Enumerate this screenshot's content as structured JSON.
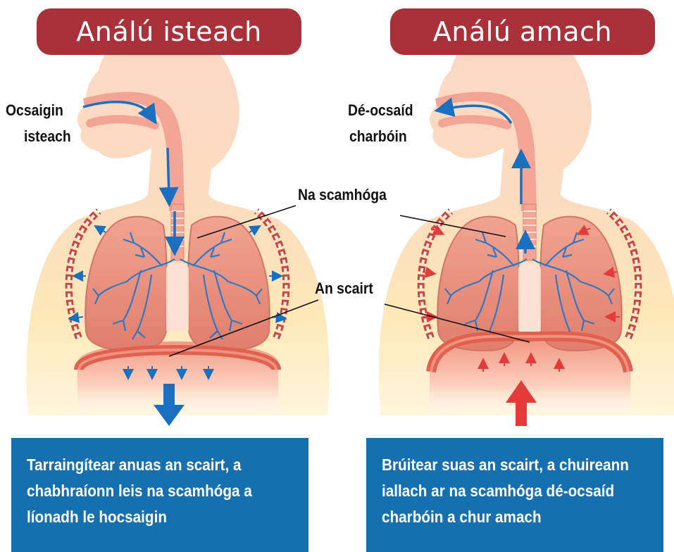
{
  "panels": [
    {
      "title": "Análú isteach",
      "gas_label_line1": "Ocsaigin",
      "gas_label_line2": "isteach",
      "caption": "Tarraingítear anuas an scairt, a chabhraíonn leis na scamhóga a líonadh le hocsaigin",
      "arrow_color": "#1a6fc0",
      "diaphragm_motion": "down"
    },
    {
      "title": "Análú amach",
      "gas_label_line1": "Dé-ocsaíd",
      "gas_label_line2": "charbóin",
      "caption": "Brúitear suas an scairt, a chuireann iallach ar na scamhóga dé-ocsaíd charbóin a chur amach",
      "arrow_color": "#e43a3a",
      "diaphragm_motion": "up"
    }
  ],
  "labels": {
    "lungs": "Na scamhóga",
    "diaphragm": "An scairt"
  },
  "colors": {
    "title_bg": "#a9323a",
    "caption_bg": "#1670b0",
    "skin": "#fbd9c4",
    "lung": "#eb9080",
    "ribs": "#c9473f"
  }
}
